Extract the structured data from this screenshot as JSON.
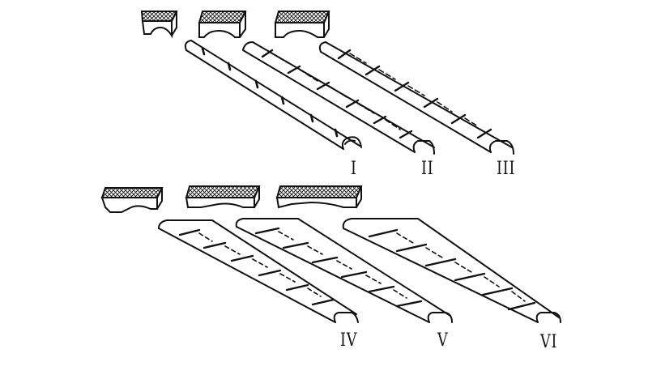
{
  "figure": {
    "background": "#ffffff",
    "ink": "#111111",
    "panels": [
      {
        "label": "I",
        "style": "round-ribbed"
      },
      {
        "label": "II",
        "style": "vaulted-narrow"
      },
      {
        "label": "III",
        "style": "vaulted-wide"
      },
      {
        "label": "IV",
        "style": "flat-narrow"
      },
      {
        "label": "V",
        "style": "flat-medium"
      },
      {
        "label": "VI",
        "style": "flat-wide"
      }
    ]
  }
}
